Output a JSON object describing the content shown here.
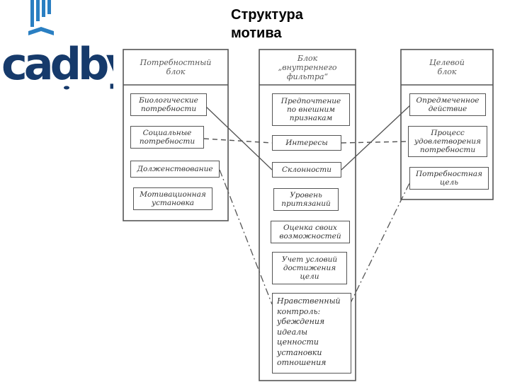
{
  "slide": {
    "title": "Структура\nмотива"
  },
  "logo": {
    "text": "cadby",
    "colors": {
      "primary": "#163a6b",
      "accent": "#2a7fc2"
    }
  },
  "colors": {
    "lines": "#555555",
    "box_border": "#555555",
    "text": "#333333"
  },
  "diagram": {
    "left_block": {
      "title": "Потребностный\nблок",
      "items": [
        "Биологические\nпотребности",
        "Социальные\nпотребности",
        "Долженствование",
        "Мотивационная\nустановка"
      ]
    },
    "middle_block": {
      "title": "Блок\n„внутреннего\nфильтра“",
      "items": [
        "Предпочтение\nпо внешним\nпризнакам",
        "Интересы",
        "Склонности",
        "Уровень\nпритязаний",
        "Оценка своих\nвозможностей",
        "Учет условий\nдостижения\nцели",
        "Нравственный\nконтроль:\nубеждения\nидеалы\nценности\nустановки\nотношения"
      ]
    },
    "right_block": {
      "title": "Целевой\nблок",
      "items": [
        "Опредмеченное\nдействие",
        "Процесс\nудовлетворения\nпотребности",
        "Потребностная\nцель"
      ]
    }
  }
}
